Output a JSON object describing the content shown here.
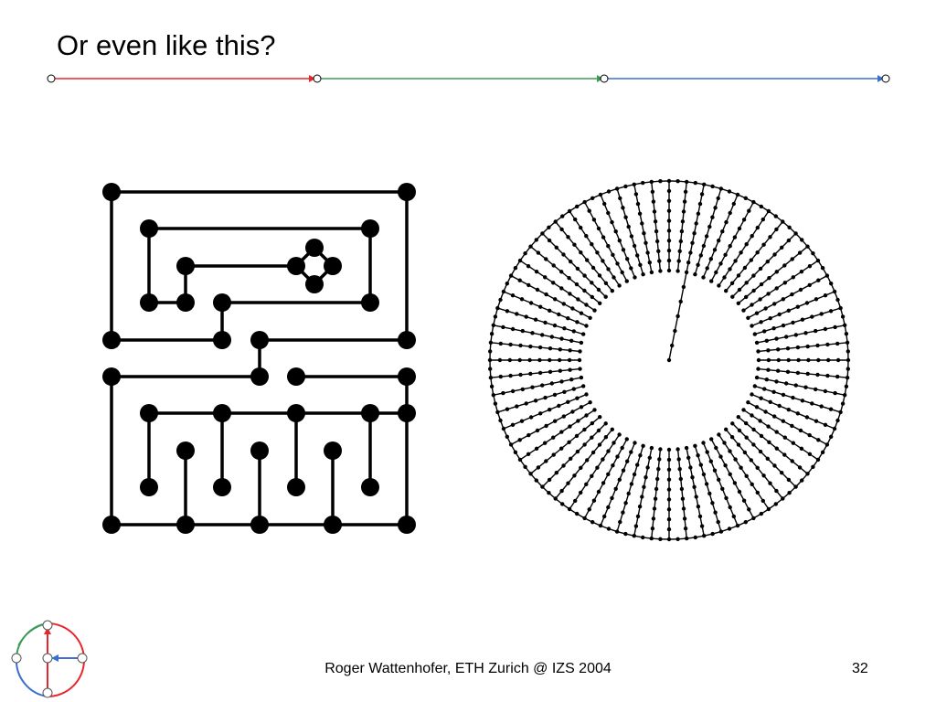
{
  "slide": {
    "title": "Or even like this?",
    "footer": "Roger Wattenhofer, ETH Zurich @ IZS 2004",
    "page_number": "32"
  },
  "colors": {
    "segment_1": "#e8262d",
    "segment_2": "#3b9a56",
    "segment_3": "#3a6fd0",
    "graph": "#000000"
  },
  "icons": {
    "logo": "routing-logo-icon"
  }
}
